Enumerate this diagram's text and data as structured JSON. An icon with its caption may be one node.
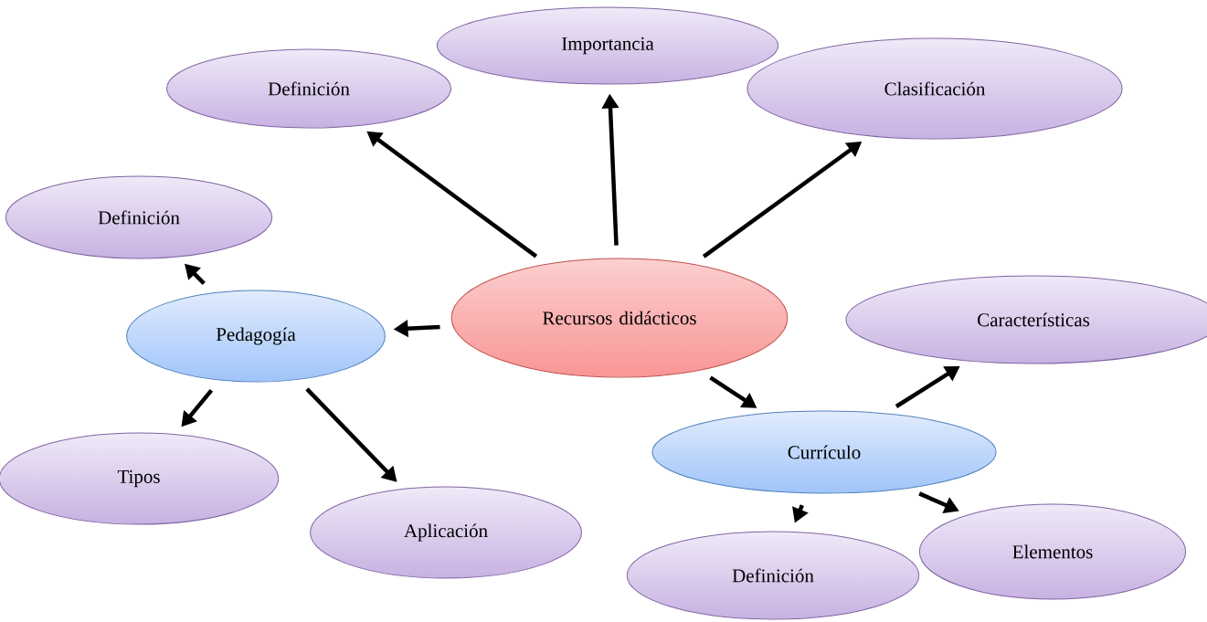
{
  "diagram": {
    "nodes": [
      {
        "text": [
          "Recursos didácticos"
        ]
      },
      {
        "text": [
          "Definición"
        ]
      },
      {
        "text": [
          "Importancia"
        ]
      },
      {
        "text": [
          "Clasificación"
        ]
      },
      {
        "text": [
          "Definición"
        ]
      },
      {
        "text": [
          "Pedagogía"
        ]
      },
      {
        "text": [
          "Características"
        ]
      },
      {
        "text": [
          "Tipos"
        ]
      },
      {
        "text": [
          "Aplicación"
        ]
      },
      {
        "text": [
          "Currículo"
        ]
      },
      {
        "text": [
          "Definición"
        ]
      },
      {
        "text": [
          "Elementos"
        ]
      }
    ],
    "edges": [
      {
        "from": 0,
        "to": 1,
        "arrow": "to"
      },
      {
        "from": 0,
        "to": 2,
        "arrow": "to"
      },
      {
        "from": 0,
        "to": 3,
        "arrow": "to"
      },
      {
        "from": 0,
        "to": 5,
        "arrow": "to"
      },
      {
        "from": 0,
        "to": 9,
        "arrow": "to"
      },
      {
        "from": 5,
        "to": 4,
        "arrow": "to"
      },
      {
        "from": 5,
        "to": 7,
        "arrow": "to"
      },
      {
        "from": 5,
        "to": 8,
        "arrow": "to"
      },
      {
        "from": 9,
        "to": 6,
        "arrow": "to"
      },
      {
        "from": 9,
        "to": 10,
        "arrow": "to"
      },
      {
        "from": 9,
        "to": 11,
        "arrow": "to"
      }
    ]
  }
}
